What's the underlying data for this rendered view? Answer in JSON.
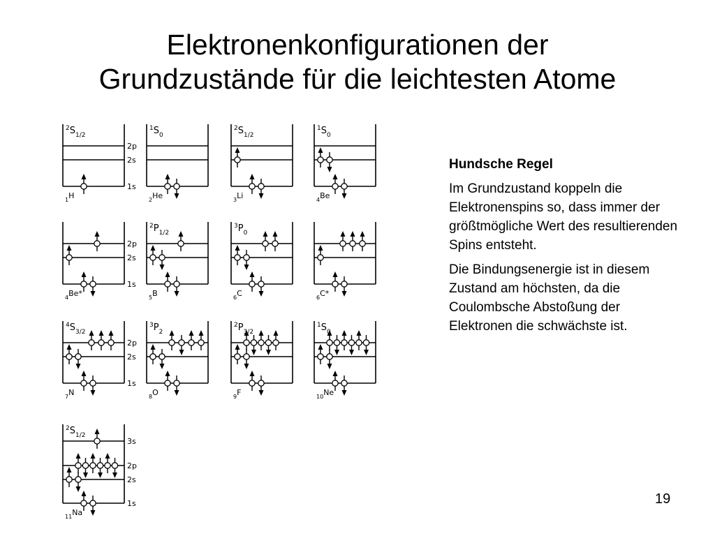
{
  "title": {
    "line1": "Elektronenkonfigurationen der",
    "line2": "Grundzustände für die leichtesten Atome"
  },
  "hund_rule": {
    "heading": "Hundsche Regel",
    "paragraph1": "Im Grundzustand koppeln die Elektronenspins so, dass immer der größtmögliche Wert des resultierenden Spins entsteht.",
    "paragraph2": "Die Bindungsenergie ist in diesem Zustand am höchsten, da die Coulombsche Abstoßung der Elektronen die schwächste ist."
  },
  "page_number": "19",
  "configurations": [
    {
      "element": "H",
      "Z": "1",
      "term": {
        "mult": "2",
        "L": "S",
        "J": "1/2"
      },
      "levels": [
        {
          "label": "2p",
          "spins": []
        },
        {
          "label": "2s",
          "spins": []
        },
        {
          "label": "1s",
          "spins": [
            "up"
          ]
        }
      ]
    },
    {
      "element": "He",
      "Z": "2",
      "term": {
        "mult": "1",
        "L": "S",
        "J": "0"
      },
      "levels": [
        {
          "label": "",
          "spins": []
        },
        {
          "label": "",
          "spins": []
        },
        {
          "label": "",
          "spins": [
            "up",
            "down"
          ]
        }
      ]
    },
    {
      "element": "Li",
      "Z": "3",
      "term": {
        "mult": "2",
        "L": "S",
        "J": "1/2"
      },
      "levels": [
        {
          "label": "",
          "spins": []
        },
        {
          "label": "",
          "spins": [
            "up"
          ]
        },
        {
          "label": "",
          "spins": [
            "up",
            "down"
          ]
        }
      ]
    },
    {
      "element": "Be",
      "Z": "4",
      "term": {
        "mult": "1",
        "L": "S",
        "J": "0"
      },
      "levels": [
        {
          "label": "",
          "spins": []
        },
        {
          "label": "",
          "spins": [
            "up",
            "down"
          ]
        },
        {
          "label": "",
          "spins": [
            "up",
            "down"
          ]
        }
      ]
    },
    {
      "element": "Be*",
      "Z": "4",
      "term": null,
      "levels": [
        {
          "label": "2p",
          "spins": [
            "up"
          ]
        },
        {
          "label": "2s",
          "spins": [
            "up"
          ]
        },
        {
          "label": "1s",
          "spins": [
            "up",
            "down"
          ]
        }
      ]
    },
    {
      "element": "B",
      "Z": "5",
      "term": {
        "mult": "2",
        "L": "P",
        "J": "1/2"
      },
      "levels": [
        {
          "label": "",
          "spins": [
            "up"
          ]
        },
        {
          "label": "",
          "spins": [
            "up",
            "down"
          ]
        },
        {
          "label": "",
          "spins": [
            "up",
            "down"
          ]
        }
      ]
    },
    {
      "element": "C",
      "Z": "6",
      "term": {
        "mult": "3",
        "L": "P",
        "J": "0"
      },
      "levels": [
        {
          "label": "",
          "spins": [
            "up",
            "up"
          ]
        },
        {
          "label": "",
          "spins": [
            "up",
            "down"
          ]
        },
        {
          "label": "",
          "spins": [
            "up",
            "down"
          ]
        }
      ]
    },
    {
      "element": "C*",
      "Z": "6",
      "term": null,
      "levels": [
        {
          "label": "",
          "spins": [
            "up",
            "up",
            "up"
          ]
        },
        {
          "label": "",
          "spins": [
            "up"
          ]
        },
        {
          "label": "",
          "spins": [
            "up",
            "down"
          ]
        }
      ]
    },
    {
      "element": "N",
      "Z": "7",
      "term": {
        "mult": "4",
        "L": "S",
        "J": "3/2"
      },
      "levels": [
        {
          "label": "2p",
          "spins": [
            "up",
            "up",
            "up"
          ]
        },
        {
          "label": "2s",
          "spins": [
            "up",
            "down"
          ]
        },
        {
          "label": "1s",
          "spins": [
            "up",
            "down"
          ]
        }
      ]
    },
    {
      "element": "O",
      "Z": "8",
      "term": {
        "mult": "3",
        "L": "P",
        "J": "2"
      },
      "levels": [
        {
          "label": "",
          "spins": [
            "up",
            "down",
            "up",
            "up"
          ]
        },
        {
          "label": "",
          "spins": [
            "up",
            "down"
          ]
        },
        {
          "label": "",
          "spins": [
            "up",
            "down"
          ]
        }
      ]
    },
    {
      "element": "F",
      "Z": "9",
      "term": {
        "mult": "2",
        "L": "P",
        "J": "3/2"
      },
      "levels": [
        {
          "label": "",
          "spins": [
            "up",
            "down",
            "up",
            "down",
            "up"
          ]
        },
        {
          "label": "",
          "spins": [
            "up",
            "down"
          ]
        },
        {
          "label": "",
          "spins": [
            "up",
            "down"
          ]
        }
      ]
    },
    {
      "element": "Ne",
      "Z": "10",
      "term": {
        "mult": "1",
        "L": "S",
        "J": "0"
      },
      "levels": [
        {
          "label": "",
          "spins": [
            "up",
            "down",
            "up",
            "down",
            "up",
            "down"
          ]
        },
        {
          "label": "",
          "spins": [
            "up",
            "down"
          ]
        },
        {
          "label": "",
          "spins": [
            "up",
            "down"
          ]
        }
      ]
    },
    {
      "element": "Na",
      "Z": "11",
      "term": {
        "mult": "2",
        "L": "S",
        "J": "1/2"
      },
      "levels": [
        {
          "label": "3s",
          "spins": [
            "up"
          ]
        },
        {
          "label": "2p",
          "spins": [
            "up",
            "down",
            "up",
            "down",
            "up",
            "down"
          ]
        },
        {
          "label": "2s",
          "spins": [
            "up",
            "down"
          ]
        },
        {
          "label": "1s",
          "spins": [
            "up",
            "down"
          ]
        }
      ]
    }
  ]
}
